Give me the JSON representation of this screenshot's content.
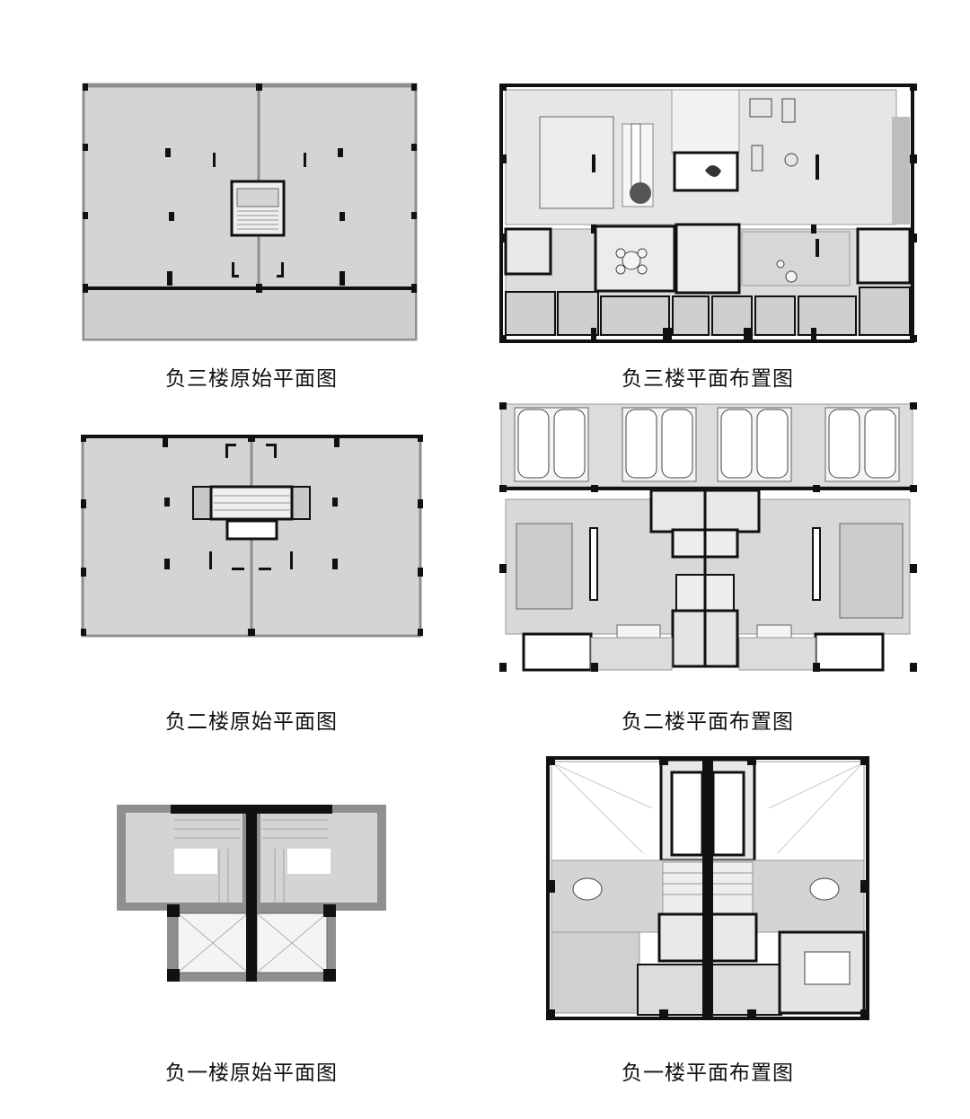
{
  "captions": {
    "b3_original": "负三楼原始平面图",
    "b3_layout": "负三楼平面布置图",
    "b2_original": "负二楼原始平面图",
    "b2_layout": "负二楼平面布置图",
    "b1_original": "负一楼原始平面图",
    "b1_layout": "负一楼平面布置图"
  },
  "colors": {
    "floor": "#d4d4d4",
    "wall": "#111111",
    "frame": "#8f8f8f",
    "background": "#ffffff"
  }
}
